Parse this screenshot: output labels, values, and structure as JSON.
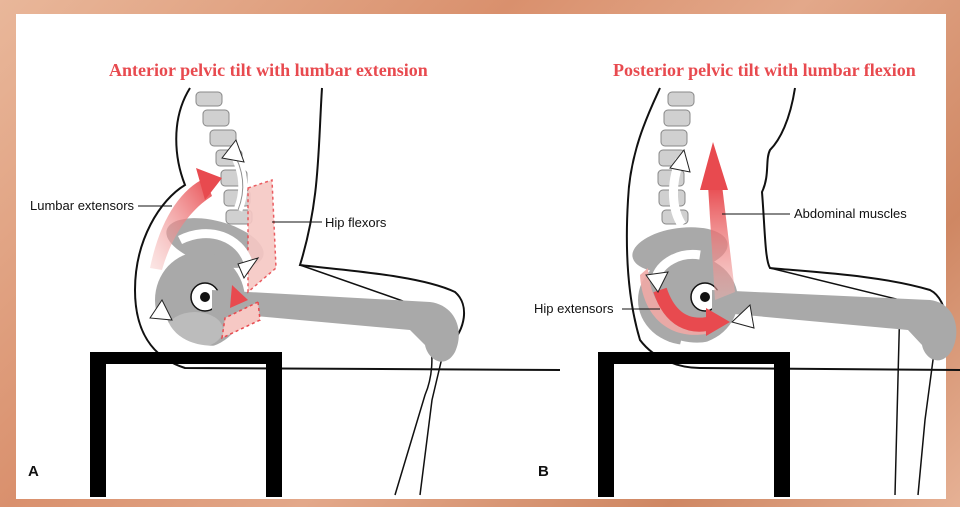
{
  "panel_a": {
    "title": "Anterior pelvic tilt with lumbar extension",
    "labels": {
      "lumbar_extensors": "Lumbar extensors",
      "hip_flexors": "Hip flexors"
    },
    "letter": "A"
  },
  "panel_b": {
    "title": "Posterior pelvic tilt with lumbar flexion",
    "labels": {
      "abdominal_muscles": "Abdominal muscles",
      "hip_extensors": "Hip extensors"
    },
    "letter": "B"
  },
  "colors": {
    "accent": "#e84a4f",
    "bone": "#a8a8a8",
    "seat": "#000000"
  }
}
